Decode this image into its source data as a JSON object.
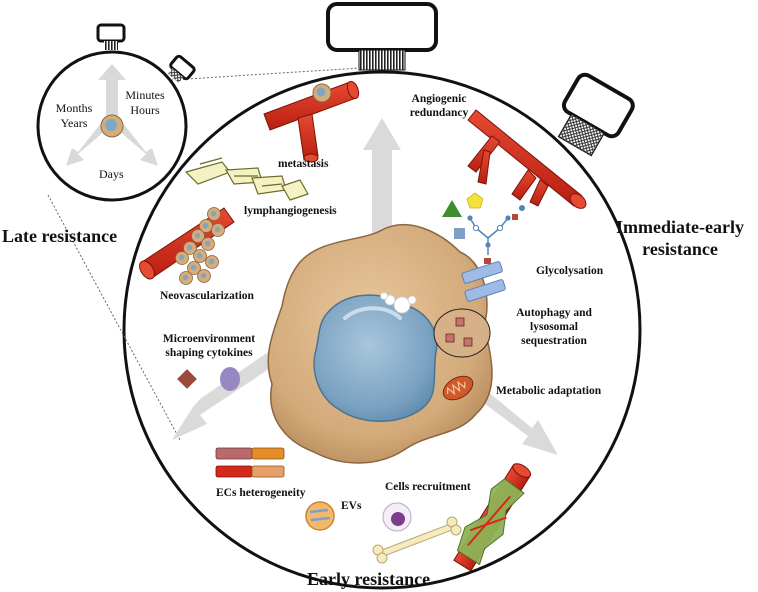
{
  "phases": {
    "late": "Late resistance",
    "immediate_early": "Immediate-early resistance",
    "early": "Early resistance"
  },
  "small_clock": {
    "months_years": "Months Years",
    "minutes_hours": "Minutes Hours",
    "days": "Days"
  },
  "labels": {
    "angiogenic_redundancy": "Angiogenic redundancy",
    "metastasis": "metastasis",
    "lymphangiogenesis": "lymphangiogenesis",
    "neovascularization": "Neovascularization",
    "microenvironment": "Microenvironment shaping cytokines",
    "glycolysation": "Glycolysation",
    "autophagy": "Autophagy and lysosomal sequestration",
    "metabolic": "Metabolic adaptation",
    "ecs": "ECs heterogeneity",
    "evs": "EVs",
    "cells_recruitment": "Cells recruitment"
  },
  "colors": {
    "vessel_red": "#d42a1a",
    "cell_body": "#d7b184",
    "nucleus": "#7fa6c4",
    "arrow_gray": "#d9d9d9"
  }
}
